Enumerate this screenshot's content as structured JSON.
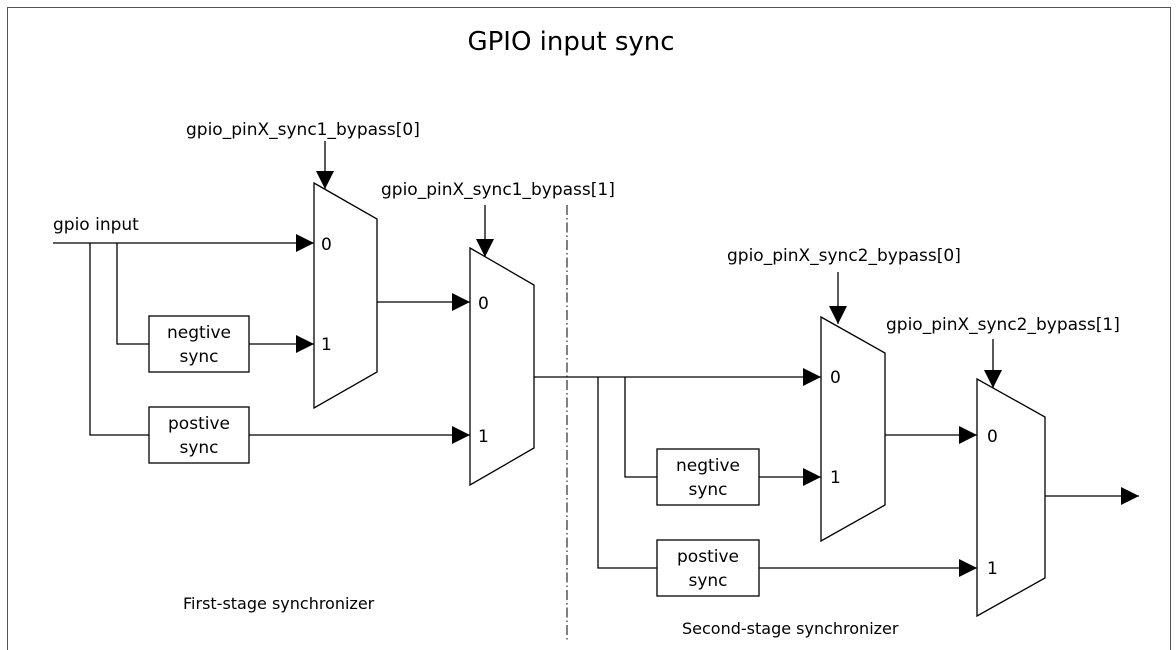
{
  "title": "GPIO input sync",
  "input_label": "gpio input",
  "stage1": {
    "label": "First-stage synchronizer",
    "mux1": {
      "select": "gpio_pinX_sync1_bypass[0]",
      "in0": "0",
      "in1": "1"
    },
    "mux2": {
      "select": "gpio_pinX_sync1_bypass[1]",
      "in0": "0",
      "in1": "1"
    },
    "neg_sync": {
      "line1": "negtive",
      "line2": "sync"
    },
    "pos_sync": {
      "line1": "postive",
      "line2": "sync"
    }
  },
  "stage2": {
    "label": "Second-stage synchronizer",
    "mux1": {
      "select": "gpio_pinX_sync2_bypass[0]",
      "in0": "0",
      "in1": "1"
    },
    "mux2": {
      "select": "gpio_pinX_sync2_bypass[1]",
      "in0": "0",
      "in1": "1"
    },
    "neg_sync": {
      "line1": "negtive",
      "line2": "sync"
    },
    "pos_sync": {
      "line1": "postive",
      "line2": "sync"
    }
  }
}
